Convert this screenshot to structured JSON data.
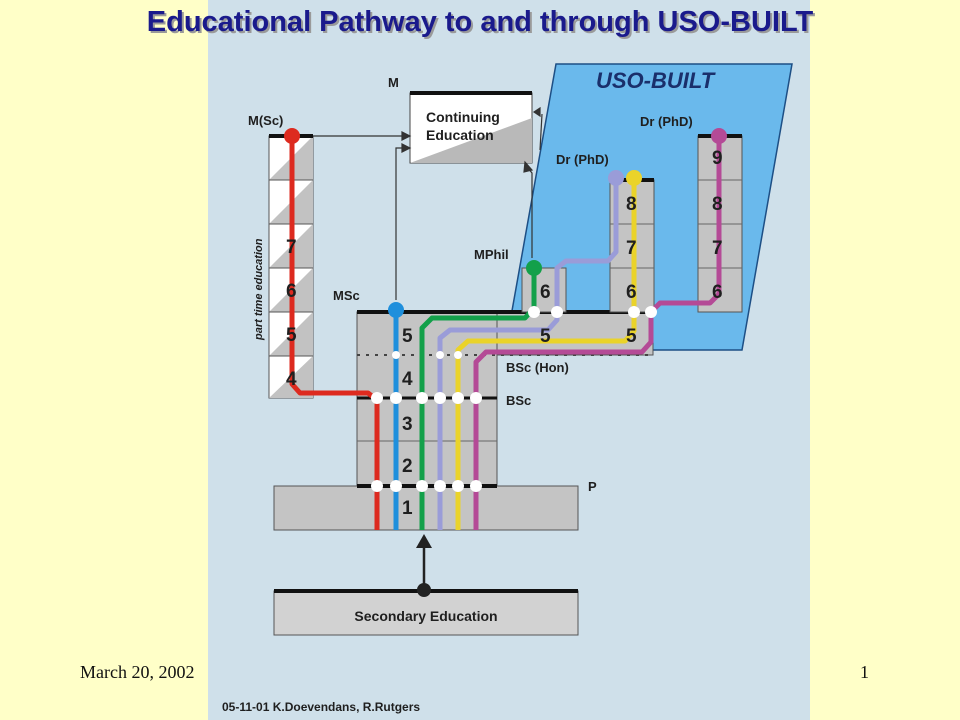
{
  "slide": {
    "title": "Educational Pathway to and through USO-BUILT",
    "date": "March 20, 2002",
    "page_number": "1"
  },
  "diagram": {
    "region_label": "USO-BUILT",
    "credit": "05-11-01 K.Doevendans, R.Rutgers",
    "side_label": "part time education",
    "levels": {
      "m": "M",
      "msc_parttime": "M(Sc)",
      "msc": "MSc",
      "mphil": "MPhil",
      "phd_left": "Dr (PhD)",
      "phd_right": "Dr (PhD)",
      "bsc_hon": "BSc (Hon)",
      "bsc": "BSc",
      "p": "P"
    },
    "boxes": {
      "continuing_line1": "Continuing",
      "continuing_line2": "Education",
      "secondary": "Secondary Education"
    },
    "year_numbers": {
      "parttime": [
        "7",
        "6",
        "5",
        "4"
      ],
      "main": [
        "5",
        "4",
        "3",
        "2",
        "1"
      ],
      "mphil": [
        "6",
        "5"
      ],
      "phd_left": [
        "8",
        "7",
        "6",
        "5"
      ],
      "phd_right": [
        "9",
        "8",
        "7",
        "6"
      ]
    },
    "line_colors": {
      "red": "#dd2a1f",
      "blue": "#1f8fdc",
      "green": "#13a04a",
      "lavender": "#9a9cd8",
      "yellow": "#ead32a",
      "magenta": "#b44a96"
    }
  }
}
